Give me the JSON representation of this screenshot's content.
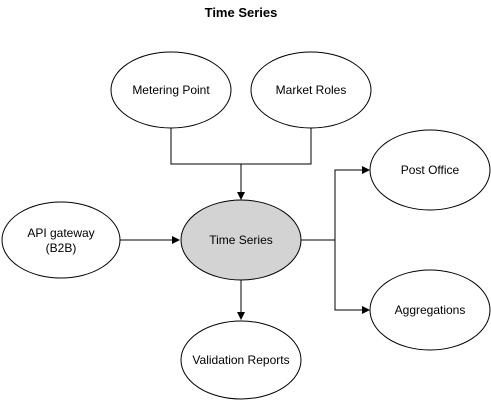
{
  "title": "Time Series",
  "colors": {
    "node_fill": "#ffffff",
    "central_fill": "#d3d3d3",
    "stroke": "#000000"
  },
  "nodes": {
    "metering_point": {
      "label": "Metering Point"
    },
    "market_roles": {
      "label": "Market Roles"
    },
    "api_gateway": {
      "label_line1": "API gateway",
      "label_line2": "(B2B)"
    },
    "time_series": {
      "label": "Time Series"
    },
    "post_office": {
      "label": "Post Office"
    },
    "aggregations": {
      "label": "Aggregations"
    },
    "validation_reports": {
      "label": "Validation Reports"
    }
  }
}
